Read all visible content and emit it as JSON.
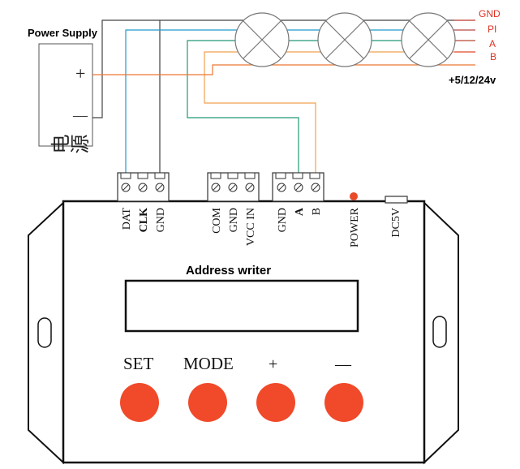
{
  "power_supply": {
    "title": "Power Supply",
    "chinese_label": "电源",
    "plus_sign": "+",
    "minus_sign": "—"
  },
  "bus_labels": {
    "gnd": "GND",
    "pi": "PI",
    "a": "A",
    "b": "B",
    "voltage": "+5/12/24v"
  },
  "wire_colors": {
    "gnd": "#444444",
    "pi": "#2299cc",
    "a": "#229977",
    "b": "#f0a050",
    "power": "#ee7733",
    "label_red": "#dd3322"
  },
  "controller": {
    "terminals_left": [
      "DAT",
      "CLK",
      "GND"
    ],
    "terminals_mid": [
      "COM",
      "GND",
      "VCC IN"
    ],
    "terminals_right": [
      "GND",
      "A",
      "B"
    ],
    "power_label": "POWER",
    "dc_label": "DC5V",
    "title": "Address writer",
    "button_labels": [
      "SET",
      "MODE",
      "+",
      "—"
    ],
    "button_color": "#f04a2a",
    "power_led_color": "#e84a2a"
  }
}
